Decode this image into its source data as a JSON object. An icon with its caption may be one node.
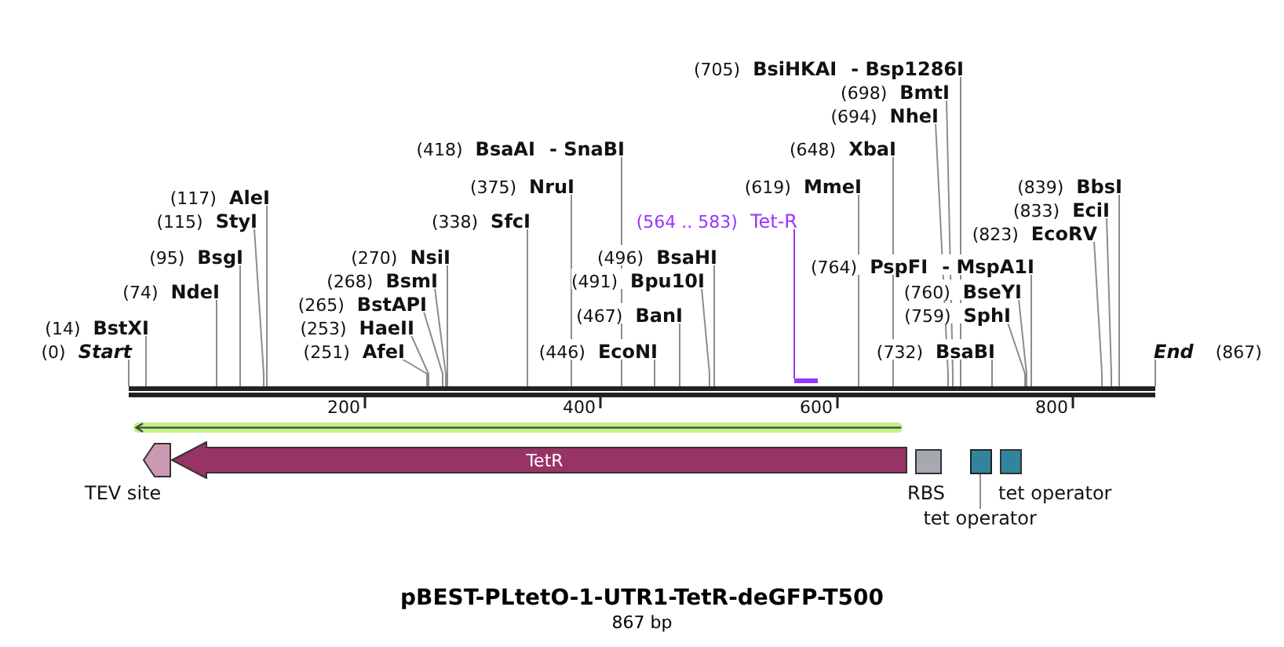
{
  "diagram": {
    "title": "pBEST-PLtetO-1-UTR1-TetR-deGFP-T500",
    "caption": "867 bp",
    "nodes": [
      {
        "text": [
          "(705)",
          "BsiHKAI",
          "- Bsp1286I"
        ]
      },
      {
        "text": [
          "(698)",
          "BmtI"
        ]
      },
      {
        "text": [
          "(694)",
          "NheI"
        ]
      },
      {
        "text": [
          "(418)",
          "BsaAI",
          "- SnaBI"
        ]
      },
      {
        "text": [
          "(648)",
          "XbaI"
        ]
      },
      {
        "text": [
          "(375)",
          "NruI"
        ]
      },
      {
        "text": [
          "(619)",
          "MmeI"
        ]
      },
      {
        "text": [
          "(839)",
          "BbsI"
        ]
      },
      {
        "text": [
          "(117)",
          "AleI"
        ]
      },
      {
        "text": [
          "(833)",
          "EciI"
        ]
      },
      {
        "text": [
          "(115)",
          "StyI"
        ]
      },
      {
        "text": [
          "(338)",
          "SfcI"
        ]
      },
      {
        "text": [
          "(564 .. 583)",
          "Tet-R"
        ]
      },
      {
        "text": [
          "(823)",
          "EcoRV"
        ]
      },
      {
        "text": [
          "(95)",
          "BsgI"
        ]
      },
      {
        "text": [
          "(270)",
          "NsiI"
        ]
      },
      {
        "text": [
          "(496)",
          "BsaHI"
        ]
      },
      {
        "text": [
          "(764)",
          "PspFI",
          "- MspA1I"
        ]
      },
      {
        "text": [
          "(268)",
          "BsmI"
        ]
      },
      {
        "text": [
          "(491)",
          "Bpu10I"
        ]
      },
      {
        "text": [
          "(74)",
          "NdeI"
        ]
      },
      {
        "text": [
          "(760)",
          "BseYI"
        ]
      },
      {
        "text": [
          "(265)",
          "BstAPI"
        ]
      },
      {
        "text": [
          "(467)",
          "BanI"
        ]
      },
      {
        "text": [
          "(759)",
          "SphI"
        ]
      },
      {
        "text": [
          "(14)",
          "BstXI"
        ]
      },
      {
        "text": [
          "(253)",
          "HaeII"
        ]
      },
      {
        "text": [
          "(0)",
          "Start"
        ]
      },
      {
        "text": [
          "(251)",
          "AfeI"
        ]
      },
      {
        "text": [
          "(446)",
          "EcoNI"
        ]
      },
      {
        "text": [
          "(732)",
          "BsaBI"
        ]
      },
      {
        "text": [
          "End",
          "(867)"
        ]
      },
      {
        "text": [],
        "shape": "bar"
      },
      {
        "text": [],
        "shape": "bar"
      },
      {
        "text": [
          "TEV site"
        ]
      },
      {
        "text": [
          "TetR"
        ]
      },
      {
        "text": [
          "RBS"
        ]
      },
      {
        "text": [],
        "shape": "box"
      },
      {
        "text": [
          "tet operator"
        ]
      },
      {
        "text": [
          "tet operator"
        ]
      }
    ],
    "edges": [
      {
        "from": 0,
        "to": 33,
        "arrow": "none"
      },
      {
        "from": 1,
        "to": 33,
        "arrow": "none"
      },
      {
        "from": 2,
        "to": 33,
        "arrow": "none"
      },
      {
        "from": 3,
        "to": 33,
        "arrow": "none"
      },
      {
        "from": 4,
        "to": 33,
        "arrow": "none"
      },
      {
        "from": 5,
        "to": 33,
        "arrow": "none"
      },
      {
        "from": 6,
        "to": 33,
        "arrow": "none"
      },
      {
        "from": 7,
        "to": 33,
        "arrow": "none"
      },
      {
        "from": 8,
        "to": 33,
        "arrow": "none"
      },
      {
        "from": 9,
        "to": 33,
        "arrow": "none"
      },
      {
        "from": 10,
        "to": 33,
        "arrow": "none"
      },
      {
        "from": 11,
        "to": 33,
        "arrow": "none"
      },
      {
        "from": 12,
        "to": 32,
        "arrow": "none",
        "color": "#9933ff"
      },
      {
        "from": 13,
        "to": 33,
        "arrow": "none"
      },
      {
        "from": 14,
        "to": 33,
        "arrow": "none"
      },
      {
        "from": 15,
        "to": 33,
        "arrow": "none"
      },
      {
        "from": 16,
        "to": 33,
        "arrow": "none"
      },
      {
        "from": 17,
        "to": 33,
        "arrow": "none"
      },
      {
        "from": 18,
        "to": 33,
        "arrow": "none"
      },
      {
        "from": 19,
        "to": 33,
        "arrow": "none"
      },
      {
        "from": 20,
        "to": 33,
        "arrow": "none"
      },
      {
        "from": 21,
        "to": 33,
        "arrow": "none"
      },
      {
        "from": 22,
        "to": 33,
        "arrow": "none"
      },
      {
        "from": 23,
        "to": 33,
        "arrow": "none"
      },
      {
        "from": 24,
        "to": 33,
        "arrow": "none"
      },
      {
        "from": 25,
        "to": 33,
        "arrow": "none"
      },
      {
        "from": 26,
        "to": 33,
        "arrow": "none"
      },
      {
        "from": 27,
        "to": 33,
        "arrow": "none"
      },
      {
        "from": 28,
        "to": 33,
        "arrow": "none"
      },
      {
        "from": 29,
        "to": 33,
        "arrow": "none"
      },
      {
        "from": 30,
        "to": 33,
        "arrow": "none"
      },
      {
        "from": 31,
        "to": 33,
        "arrow": "none"
      },
      {
        "from": 39,
        "to": 37,
        "arrow": "none"
      }
    ],
    "labels": [
      "200",
      "400",
      "600",
      "800"
    ]
  }
}
